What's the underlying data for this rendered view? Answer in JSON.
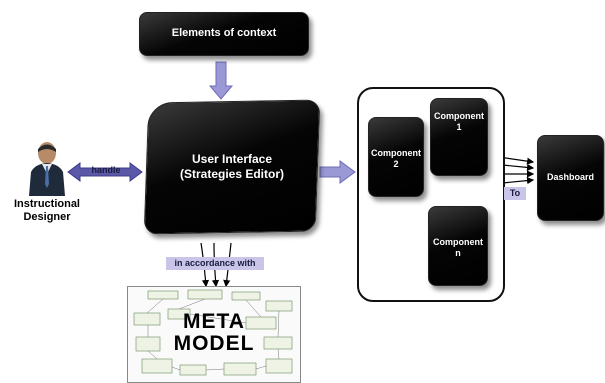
{
  "boxes": {
    "context": "Elements of context",
    "ui_line1": "User Interface",
    "ui_line2": "(Strategies Editor)",
    "component2_line1": "Component",
    "component2_line2": "2",
    "component1_line1": "Component",
    "component1_line2": "1",
    "componentn_line1": "Component",
    "componentn_line2": "n",
    "dashboard": "Dashboard"
  },
  "labels": {
    "handle": "handle",
    "in_accordance_with": "in accordance with",
    "to": "To",
    "actor_line1": "Instructional",
    "actor_line2": "Designer"
  },
  "metamodel": {
    "line1": "META",
    "line2": "MODEL"
  },
  "colors": {
    "box": "#000000",
    "tag": "#c9c5e8",
    "arrow": "#9b98d6"
  },
  "icons": {
    "actor": "person-icon"
  }
}
